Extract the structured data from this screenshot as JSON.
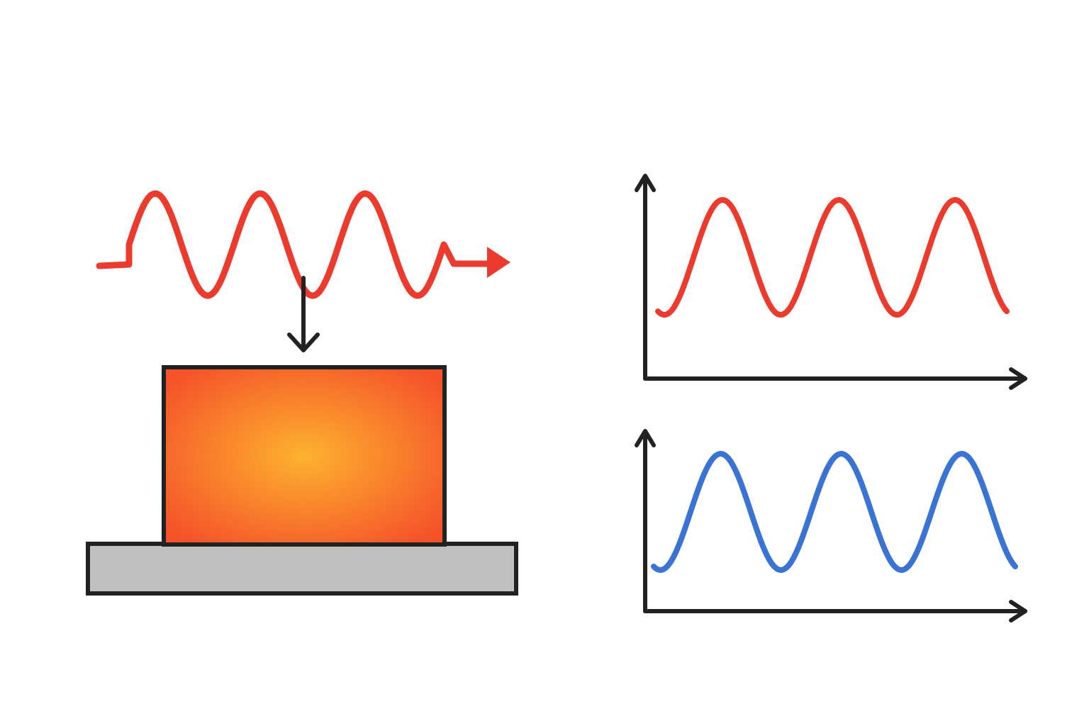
{
  "colors": {
    "background": "#ffffff",
    "incident_wave": "#ec3a2c",
    "detected_signal_red": "#ec3a2c",
    "detected_signal_blue": "#3a73d6",
    "axis": "#222222",
    "outline": "#222222",
    "sample_center": "#fdb22e",
    "sample_edge": "#f5542a",
    "substrate": "#c0c0c0"
  },
  "elements": {
    "incident_wave": {
      "kind": "sinusoid",
      "cycles": 3,
      "has_arrowhead": true
    },
    "absorption_arrow": {
      "direction": "down"
    },
    "sample": {
      "fill": "radial-gradient"
    },
    "substrate": {
      "fill": "solid"
    }
  },
  "chart_data": [
    {
      "type": "line",
      "title": "",
      "xlabel": "",
      "ylabel": "",
      "grid": false,
      "axes_arrows": true,
      "series": [
        {
          "color": "#ec3a2c",
          "shape": "sinusoid",
          "cycles": 3,
          "starts_at": "trough",
          "ends_at": "trough"
        }
      ]
    },
    {
      "type": "line",
      "title": "",
      "xlabel": "",
      "ylabel": "",
      "grid": false,
      "axes_arrows": true,
      "series": [
        {
          "color": "#3a73d6",
          "shape": "sinusoid",
          "cycles": 3,
          "starts_at": "trough",
          "ends_at": "trough"
        }
      ]
    }
  ]
}
